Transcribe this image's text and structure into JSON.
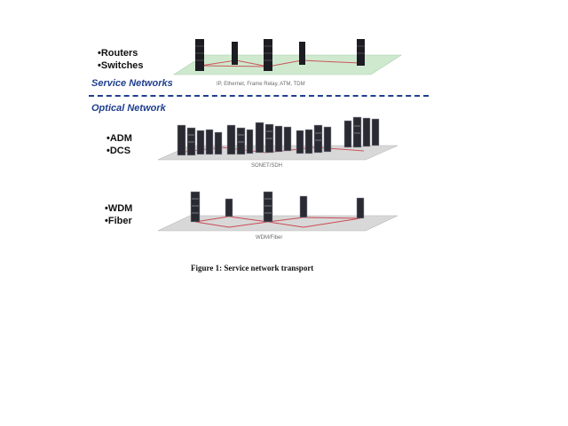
{
  "service_layer": {
    "bullets": [
      "Routers",
      "Switches"
    ],
    "heading": "Service Networks",
    "protocols": "IP, Ethernet, Frame Relay, ATM, TDM"
  },
  "optical_heading": "Optical Network",
  "sonet_layer": {
    "bullets": [
      "ADM",
      "DCS"
    ],
    "caption": "SONET/SDH"
  },
  "wdm_layer": {
    "bullets": [
      "WDM",
      "Fiber"
    ],
    "caption": "WDM/Fiber"
  },
  "figure_caption": "Figure 1: Service network transport",
  "colors": {
    "heading": "#1f3f8f",
    "service_plane": "#cfe9cf",
    "transport_plane": "#d8d8d8",
    "link": "#c8323c",
    "equipment": "#1c1c22"
  }
}
